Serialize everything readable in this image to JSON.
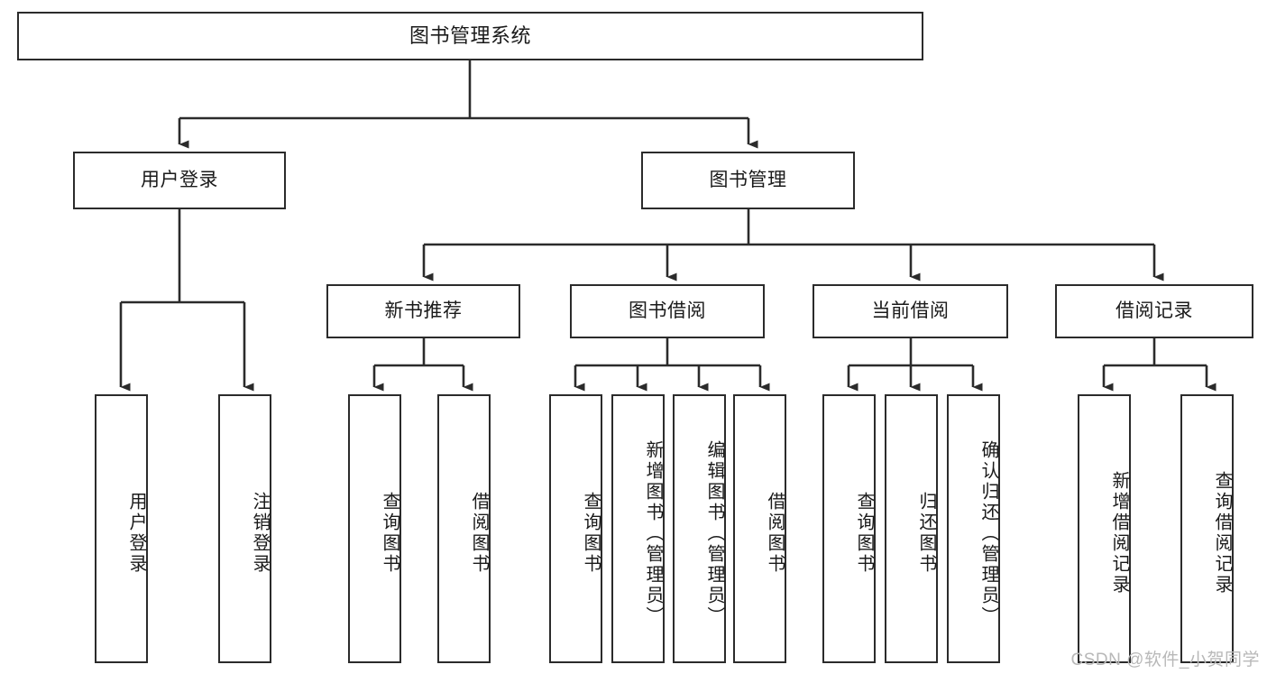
{
  "diagram": {
    "type": "tree-hierarchy-diagram",
    "title": "图书管理系统",
    "watermark": "CSDN @软件_小贺同学",
    "colors": {
      "box_border": "#2b2b2b",
      "box_fill": "#ffffff",
      "connector": "#2b2b2b",
      "text": "#1a1a1a",
      "watermark": "#b8b8b8"
    },
    "levels": {
      "root": {
        "label": "图书管理系统"
      },
      "level1": [
        {
          "label": "用户登录"
        },
        {
          "label": "图书管理"
        }
      ],
      "level2": [
        {
          "label": "新书推荐"
        },
        {
          "label": "图书借阅"
        },
        {
          "label": "当前借阅"
        },
        {
          "label": "借阅记录"
        }
      ],
      "leaves": {
        "user_login": [
          {
            "label": "用户登录"
          },
          {
            "label": "注销登录"
          }
        ],
        "new_book_recommend": [
          {
            "label": "查询图书"
          },
          {
            "label": "借阅图书"
          }
        ],
        "book_borrow": [
          {
            "label": "查询图书"
          },
          {
            "label": "新增图书（管理员）"
          },
          {
            "label": "编辑图书（管理员）"
          },
          {
            "label": "借阅图书"
          }
        ],
        "current_borrow": [
          {
            "label": "查询图书"
          },
          {
            "label": "归还图书"
          },
          {
            "label": "确认归还（管理员）"
          }
        ],
        "borrow_record": [
          {
            "label": "新增借阅记录"
          },
          {
            "label": "查询借阅记录"
          }
        ]
      }
    }
  }
}
